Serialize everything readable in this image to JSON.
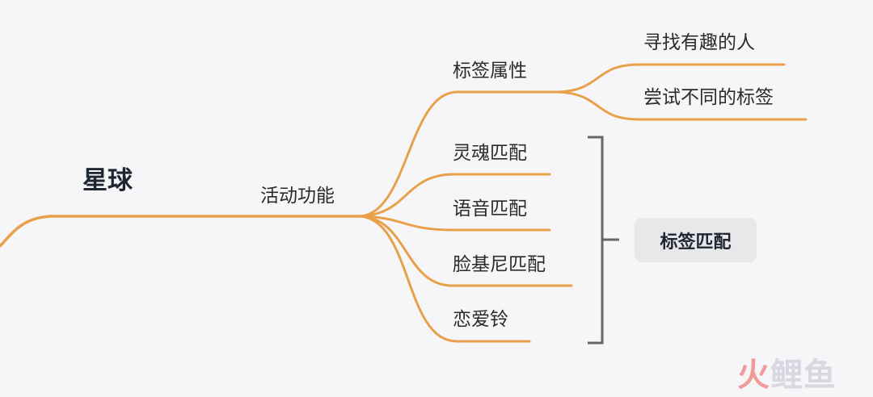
{
  "mindmap": {
    "root": {
      "label": "星球"
    },
    "branch": {
      "label": "活动功能"
    },
    "children": [
      {
        "label": "标签属性"
      },
      {
        "label": "灵魂匹配"
      },
      {
        "label": "语音匹配"
      },
      {
        "label": "脸基尼匹配"
      },
      {
        "label": "恋爱铃"
      }
    ],
    "tag_children": [
      {
        "label": "寻找有趣的人"
      },
      {
        "label": "尝试不同的标签"
      }
    ],
    "summary": {
      "label": "标签匹配"
    },
    "line_color": "#e8a04a",
    "bracket_color": "#666666"
  },
  "watermark": {
    "first": "火",
    "rest": "鲤鱼"
  }
}
